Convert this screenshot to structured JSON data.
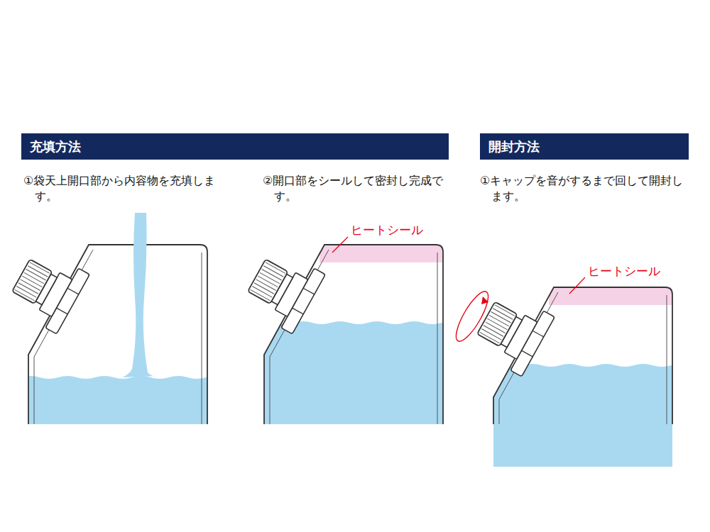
{
  "diagram": {
    "nodes": [
      {
        "text": [
          "充填方法"
        ]
      },
      {
        "text": [
          "開封方法"
        ]
      }
    ],
    "labels": [
      "①袋天上開口部から内容物を充填します。",
      "②開口部をシールして密封し完成です。",
      "ヒートシール",
      "①キャップを音がするまで回して開封します。",
      "ヒートシール"
    ]
  }
}
